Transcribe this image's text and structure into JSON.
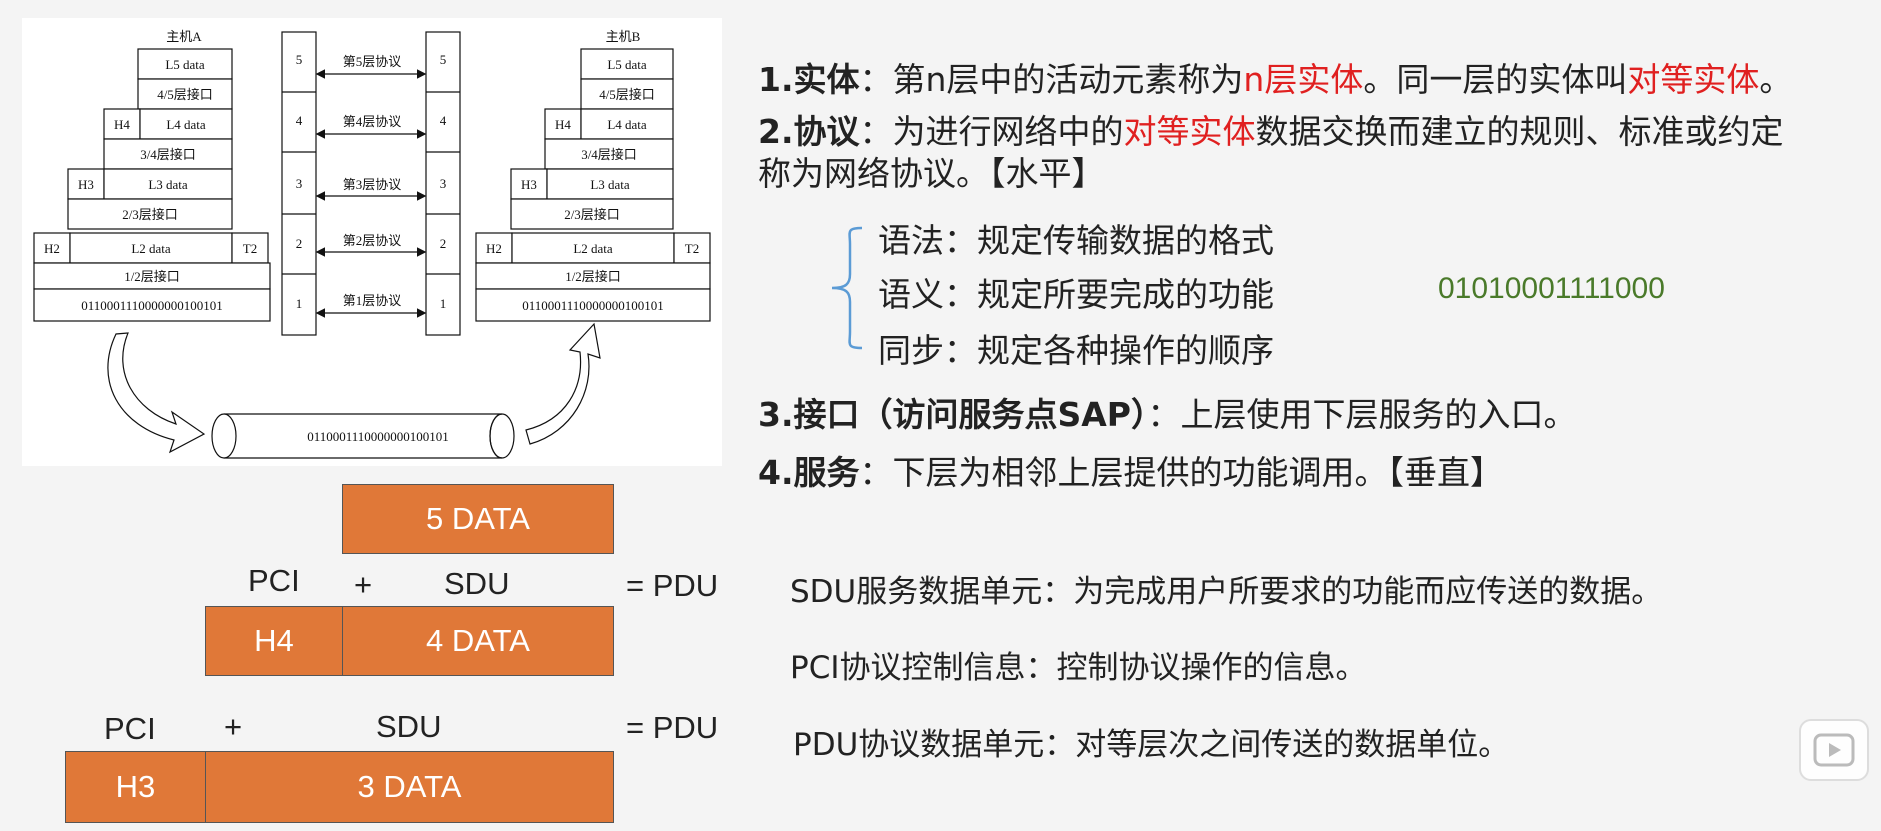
{
  "host_a": {
    "title": "主机A",
    "rows": [
      "L5 data",
      "4/5层接口",
      "H4",
      "L4 data",
      "3/4层接口",
      "H3",
      "L3 data",
      "2/3层接口",
      "H2",
      "L2 data",
      "T2",
      "1/2层接口",
      "0110001110000000100101"
    ]
  },
  "host_b": {
    "title": "主机B",
    "rows": [
      "L5 data",
      "4/5层接口",
      "H4",
      "L4 data",
      "3/4层接口",
      "H3",
      "L3 data",
      "2/3层接口",
      "H2",
      "L2 data",
      "T2",
      "1/2层接口",
      "0110001110000000100101"
    ]
  },
  "protocol_layers": [
    {
      "num": "5",
      "label": "第5层协议"
    },
    {
      "num": "4",
      "label": "第4层协议"
    },
    {
      "num": "3",
      "label": "第3层协议"
    },
    {
      "num": "2",
      "label": "第2层协议"
    },
    {
      "num": "1",
      "label": "第1层协议"
    }
  ],
  "pipe_bits": "0110001110000000100101",
  "definitions": {
    "entity": {
      "prefix": "1.实体",
      "t1": "：第n层中的活动元素称为",
      "h1": "n层实体",
      "t2": "。同一层的实体叫",
      "h2": "对等实体",
      "t3": "。"
    },
    "protocol": {
      "prefix": "2.协议",
      "t1": "：为进行网络中的",
      "h1": "对等实体",
      "t2": "数据交换而建立的规则、标准或约定",
      "line2": "称为网络协议。【水平】"
    },
    "elements": [
      "语法：规定传输数据的格式",
      "语义：规定所要完成的功能",
      "同步：规定各种操作的顺序"
    ],
    "bits": "01010001111000",
    "interface": {
      "prefix": "3.接口（访问服务点SAP）",
      "text": "：上层使用下层服务的入口。"
    },
    "service": {
      "prefix": "4.服务",
      "text": "：下层为相邻上层提供的功能调用。【垂直】"
    }
  },
  "pdu": {
    "data5": "5 DATA",
    "pci": "PCI",
    "plus": "+",
    "sdu": "SDU",
    "eq": "= PDU",
    "h4": "H4",
    "data4": "4 DATA",
    "h3": "H3",
    "data3": "3 DATA"
  },
  "glossary": [
    "SDU服务数据单元：为完成用户所要求的功能而应传送的数据。",
    "PCI协议控制信息：控制协议操作的信息。",
    "PDU协议数据单元：对等层次之间传送的数据单位。"
  ],
  "colors": {
    "highlight": "#e02020",
    "bits": "#4a7a2a",
    "box_fill": "#e07838"
  }
}
